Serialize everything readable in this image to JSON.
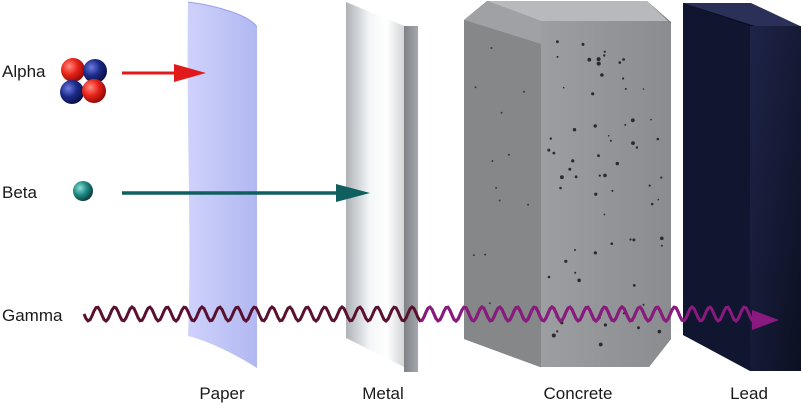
{
  "radiation": [
    {
      "label": "Alpha"
    },
    {
      "label": "Beta"
    },
    {
      "label": "Gamma"
    }
  ],
  "materials": [
    {
      "label": "Paper"
    },
    {
      "label": "Metal"
    },
    {
      "label": "Concrete"
    },
    {
      "label": "Lead"
    }
  ],
  "colors": {
    "alpha_arrow": "#e01a1a",
    "beta_arrow": "#0f5f5f",
    "gamma_wave": "#7a1060",
    "proton": "#e0201c",
    "neutron": "#1c2a8a",
    "paper": "#b9bff5",
    "concrete": "#8f9194",
    "lead": "#141a33"
  }
}
